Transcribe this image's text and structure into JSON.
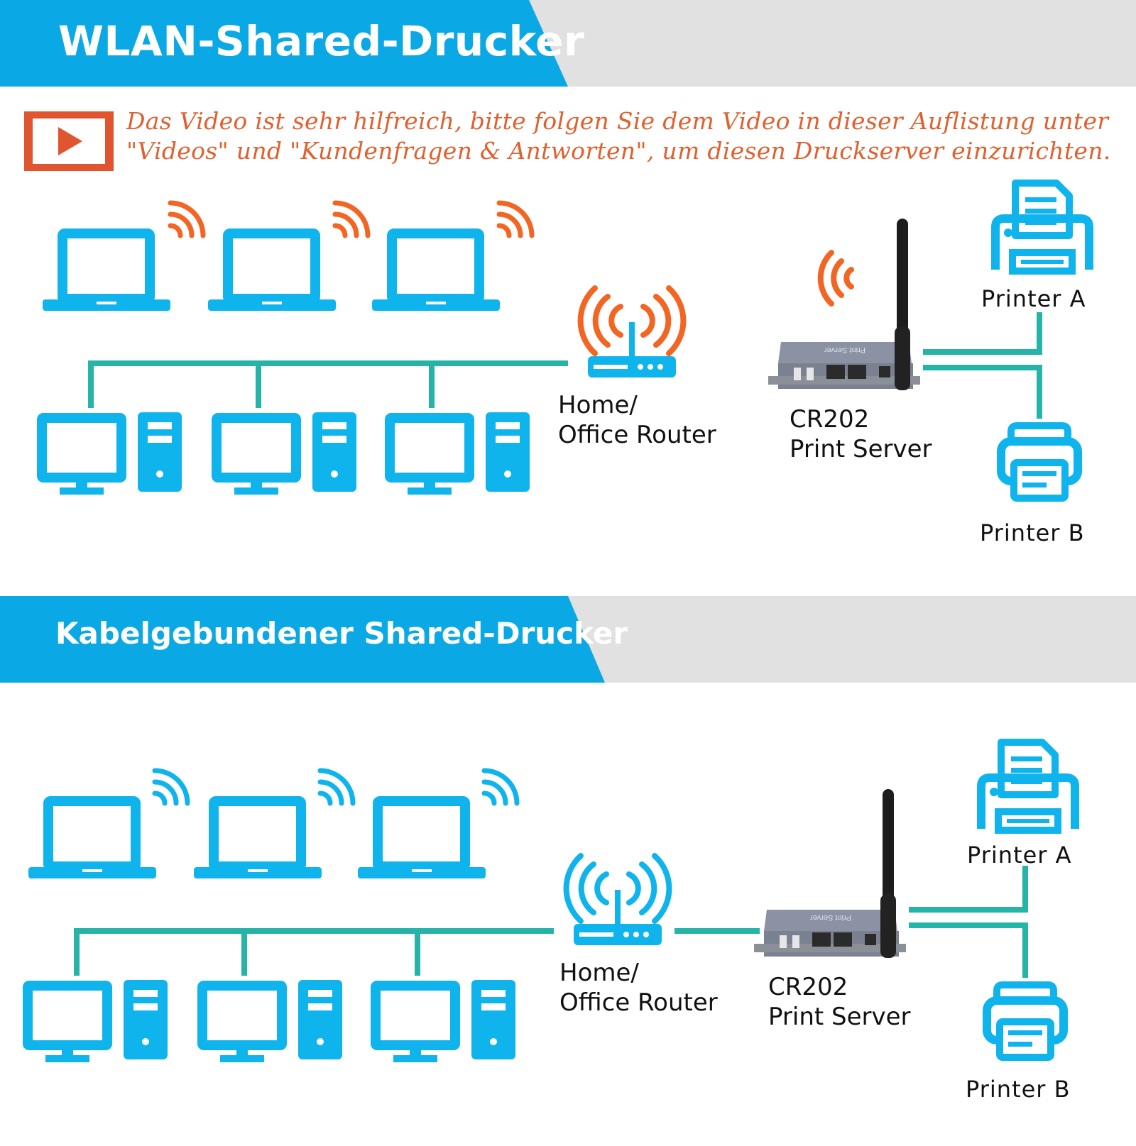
{
  "sections": [
    {
      "title": "WLAN-Shared-Drucker",
      "router_label": [
        "Home/",
        "Office Router"
      ],
      "server_label": [
        "CR202",
        "Print Server"
      ],
      "printer_a": "Printer A",
      "printer_b": "Printer B"
    },
    {
      "title": "Kabelgebundener Shared-Drucker",
      "router_label": [
        "Home/",
        "Office Router"
      ],
      "server_label": [
        "CR202",
        "Print Server"
      ],
      "printer_a": "Printer A",
      "printer_b": "Printer B"
    }
  ],
  "video_note": {
    "line1": "Das Video ist sehr hilfreich, bitte folgen Sie dem Video in dieser Auflistung unter",
    "line2": "\"Videos\" und \"Kundenfragen & Antworten\", um diesen Druckserver einzurichten."
  },
  "device_panel_text": "Print Server",
  "colors": {
    "device_blue": "#0fb4ec",
    "line_teal": "#26b3a8",
    "signal_orange": "#f26522",
    "banner_blue": "#0aa8e4",
    "banner_gray": "#e1e1e1",
    "note_orange": "#e0602e"
  },
  "icons": [
    "play-icon",
    "laptop-icon",
    "desktop-icon",
    "router-icon",
    "print-server-icon",
    "printer-icon",
    "wifi-signal-icon"
  ]
}
